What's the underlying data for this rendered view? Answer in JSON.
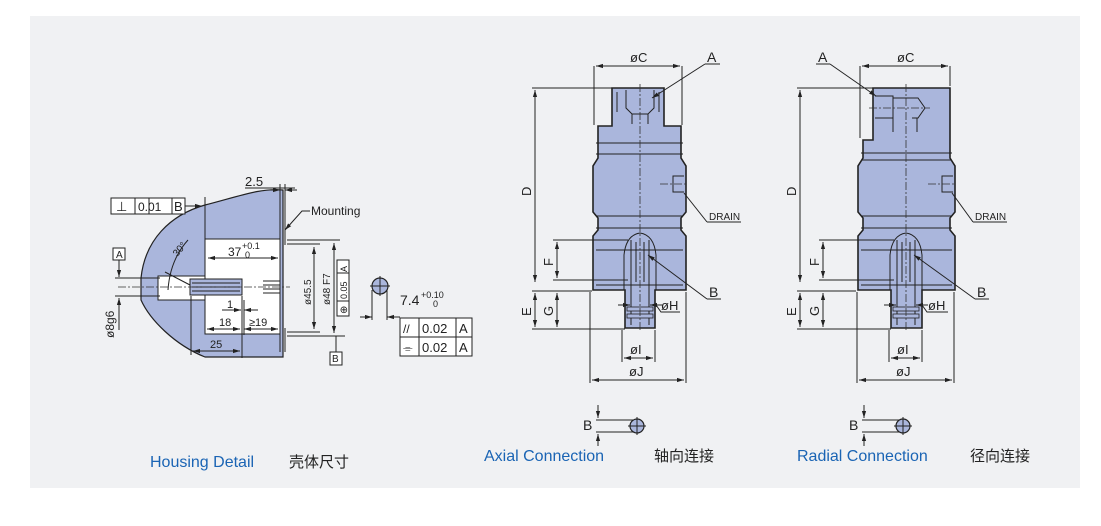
{
  "colors": {
    "panel": "#f0f1f3",
    "part_fill": "#aab6dc",
    "caption_en": "#1a64b4",
    "line": "#222222"
  },
  "housing": {
    "caption_en": "Housing Detail",
    "caption_cn": "壳体尺寸",
    "perpendicularity": {
      "symbol": "⊥",
      "value": "0.01",
      "datum": "B"
    },
    "dim_2_5": "2.5",
    "mounting_label": "Mounting",
    "datum_a": "A",
    "datum_b": "B",
    "dim_37": "37",
    "dim_37_tol_upper": "+0.1",
    "dim_37_tol_lower": "0",
    "angle": "30°",
    "dim_phi8": "ø8g6",
    "dim_1": "1",
    "dim_18": "18",
    "dim_19": "≥19",
    "dim_25": "25",
    "dim_phi45": "ø45.5",
    "dim_phi48": "ø48 F7",
    "position_tol": {
      "symbol": "⊕",
      "value": "0.05",
      "datum": "A"
    },
    "dim_7_4": "7.4",
    "dim_7_4_tol_upper": "+0.10",
    "dim_7_4_tol_lower": "0",
    "parallelism": {
      "symbol": "//",
      "value": "0.02",
      "datum": "A"
    },
    "symmetry": {
      "symbol": "⌯",
      "value": "0.02",
      "datum": "A"
    }
  },
  "axial": {
    "caption_en": "Axial Connection",
    "caption_cn": "轴向连接",
    "labels": {
      "c": "øC",
      "a": "A",
      "d": "D",
      "drain": "DRAIN",
      "f": "F",
      "b": "B",
      "e": "E",
      "g": "G",
      "h": "øH",
      "i": "øI",
      "j": "øJ",
      "b_detail": "B"
    }
  },
  "radial": {
    "caption_en": "Radial Connection",
    "caption_cn": "径向连接",
    "labels": {
      "c": "øC",
      "a": "A",
      "d": "D",
      "drain": "DRAIN",
      "f": "F",
      "b": "B",
      "e": "E",
      "g": "G",
      "h": "øH",
      "i": "øI",
      "j": "øJ",
      "b_detail": "B"
    }
  }
}
